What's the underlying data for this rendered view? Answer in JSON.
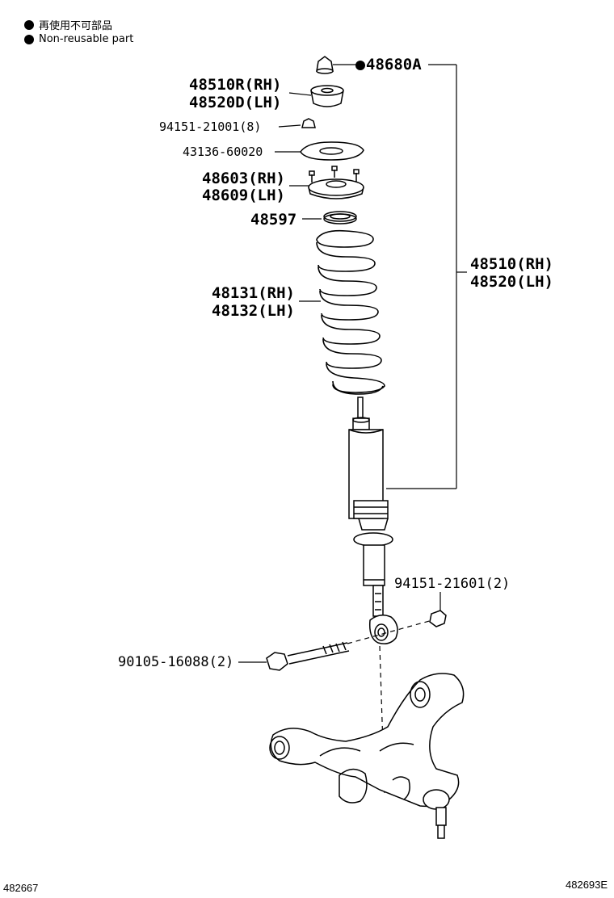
{
  "legend": {
    "japanese": "再使用不可部品",
    "english": "Non-reusable part"
  },
  "labels": {
    "p48680A": "48680A",
    "p48510R": "48510R(RH)",
    "p48520D": "48520D(LH)",
    "p94151_21001": "94151-21001(8)",
    "p43136": "43136-60020",
    "p48603": "48603(RH)",
    "p48609": "48609(LH)",
    "p48597": "48597",
    "p48131": "48131(RH)",
    "p48132": "48132(LH)",
    "p48510": "48510(RH)",
    "p48520": "48520(LH)",
    "p94151_21601": "94151-21601(2)",
    "p90105": "90105-16088(2)"
  },
  "footer": {
    "left": "482667",
    "right": "482693E"
  }
}
